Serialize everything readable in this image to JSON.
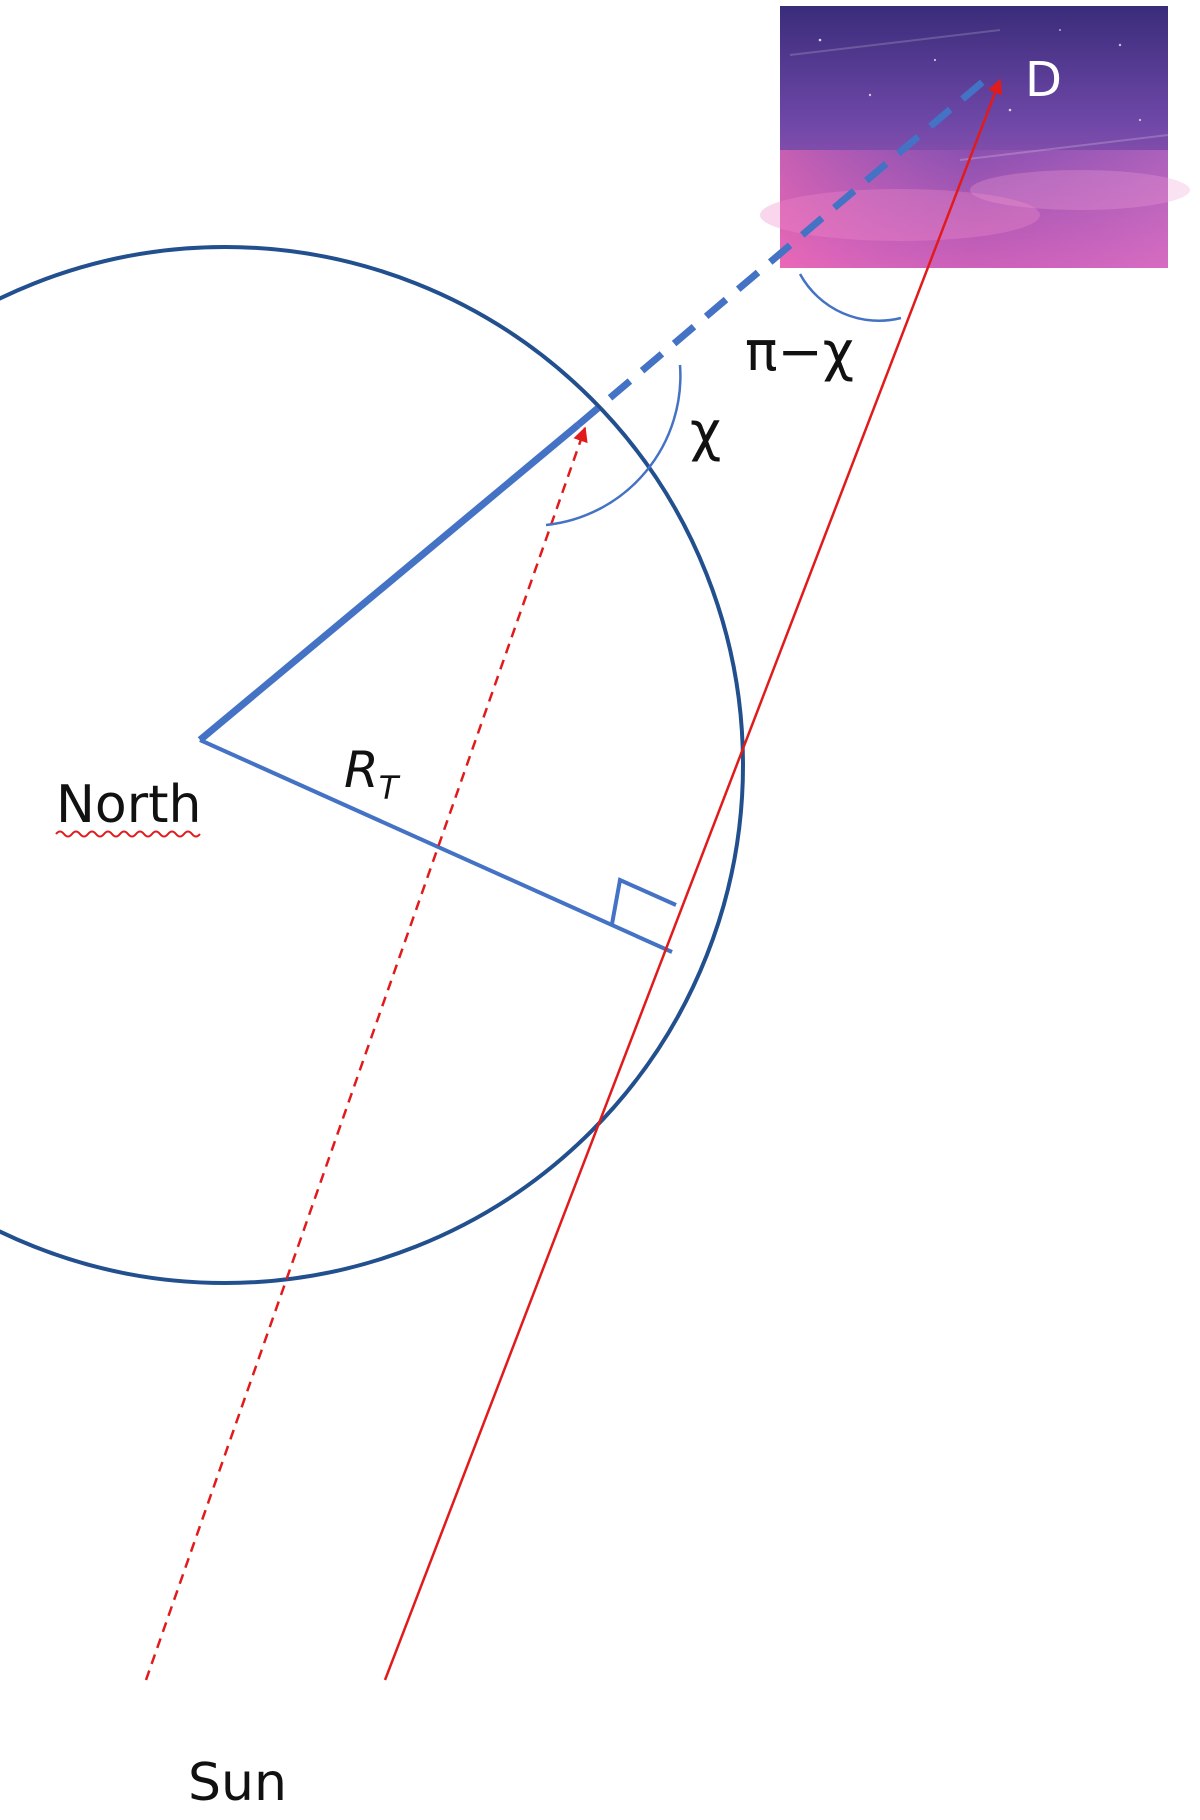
{
  "labels": {
    "d": "D",
    "pi_minus_chi": "π−χ",
    "chi": "χ",
    "r_main": "R",
    "r_sub": "T",
    "north": "North",
    "sun": "Sun"
  },
  "colors": {
    "earth": "#22508f",
    "radius": "#4472c4",
    "ray": "#e11b1b",
    "sky_top": "#3a2c7a",
    "sky_mid": "#7a4fb0",
    "sky_bottom": "#d05fb5",
    "spell_underline": "#e01e1e"
  }
}
